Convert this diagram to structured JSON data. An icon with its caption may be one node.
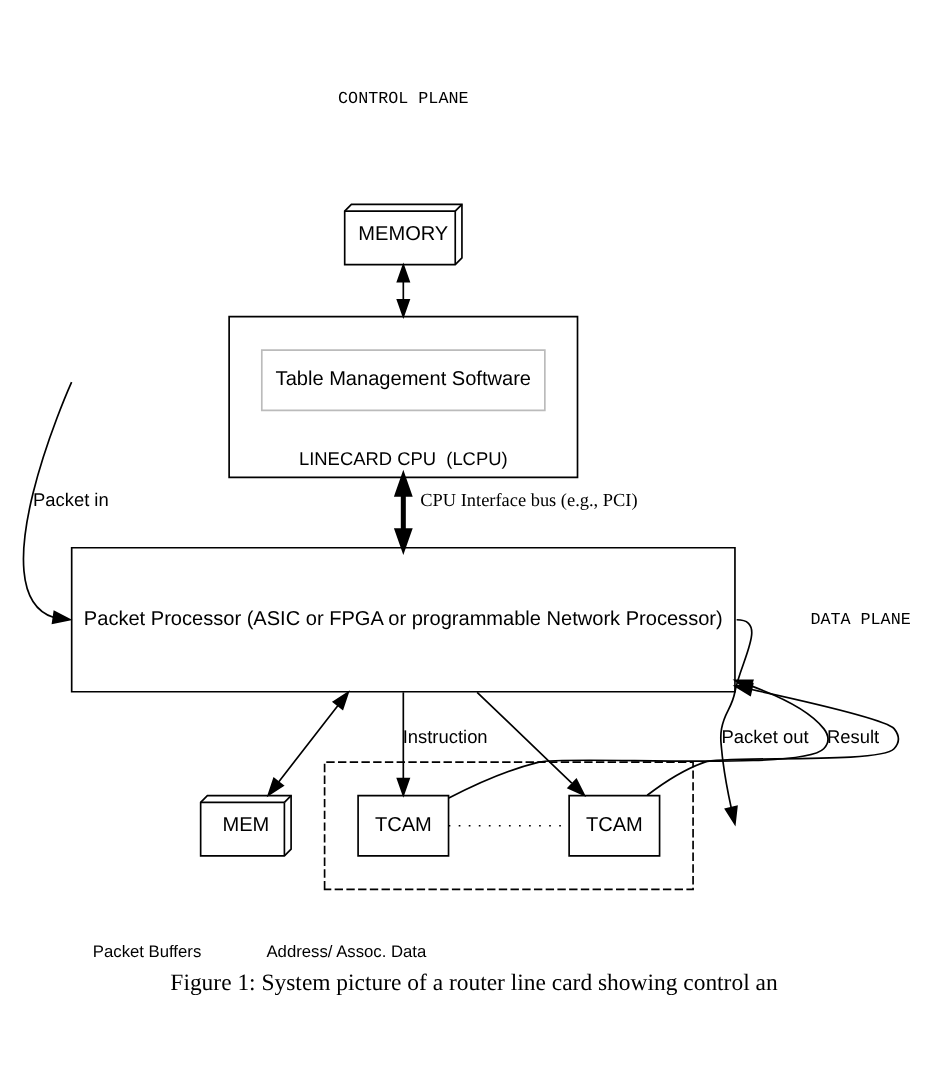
{
  "diagram": {
    "caption": "Figure 1: System picture of a router line card showing control an",
    "nodes": [
      {
        "text": [
          "LINECARD CPU  (LCPU)"
        ]
      },
      {
        "text": [
          "Table Management Software"
        ],
        "in": 0
      },
      {
        "text": [
          "MEMORY"
        ]
      },
      {
        "text": [
          "Packet Processor (ASIC or FPGA or programmable Network Processor)"
        ]
      },
      {
        "text": [
          "MEM"
        ],
        "beside": [
          "Packet Buffers",
          "Address/ Assoc. Data"
        ]
      },
      {
        "text": [],
        "shape": "box"
      },
      {
        "text": [
          "TCAM"
        ],
        "in": 5
      },
      {
        "text": [
          "TCAM"
        ],
        "in": 5
      }
    ],
    "edges": [
      {
        "from": 2,
        "to": 0,
        "arrow": "both"
      },
      {
        "from": 0,
        "to": 3,
        "arrow": "both",
        "style": "thick",
        "label": "CPU Interface bus (e.g., PCI)"
      },
      {
        "from": null,
        "to": 3,
        "arrow": "to",
        "label": "Packet in"
      },
      {
        "from": 3,
        "to": null,
        "arrow": "to",
        "label": "Packet out"
      },
      {
        "from": 3,
        "to": 4,
        "arrow": "both"
      },
      {
        "from": 3,
        "to": 6,
        "arrow": "to",
        "label": "Instruction"
      },
      {
        "from": 3,
        "to": 7,
        "arrow": "to"
      },
      {
        "from": 6,
        "to": 3,
        "arrow": "to",
        "label": "Result"
      },
      {
        "from": 7,
        "to": 3,
        "arrow": "to"
      },
      {
        "from": 6,
        "to": 7,
        "arrow": "none",
        "style": "dashed"
      }
    ],
    "labels": [
      "CONTROL PLANE",
      "DATA PLANE"
    ]
  }
}
